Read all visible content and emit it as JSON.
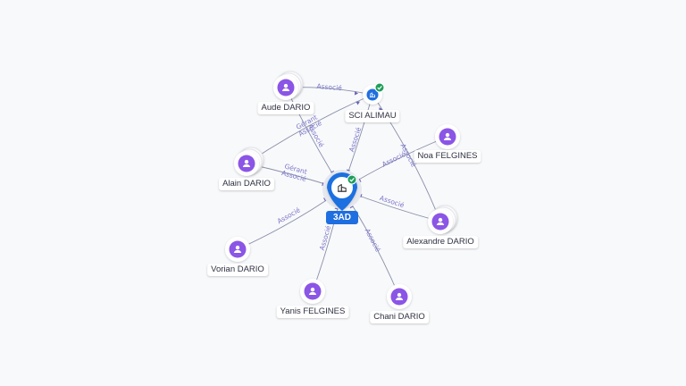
{
  "colors": {
    "person": "#8b55e6",
    "company": "#1f6fe0",
    "check": "#1e9e5a",
    "edge": "#8a8fa8",
    "edge_label": "#7a74c8"
  },
  "nodes": [
    {
      "id": "3ad",
      "label": "3AD",
      "kind": "company-center",
      "icon": "building-icon",
      "verified": true
    },
    {
      "id": "sci",
      "label": "SCI ALIMAU",
      "kind": "company",
      "icon": "building-icon",
      "verified": true
    },
    {
      "id": "aude",
      "label": "Aude DARIO",
      "kind": "person",
      "icon": "person-icon",
      "stacked": true
    },
    {
      "id": "alain",
      "label": "Alain DARIO",
      "kind": "person",
      "icon": "person-icon",
      "stacked": true
    },
    {
      "id": "noa",
      "label": "Noa FELGINES",
      "kind": "person",
      "icon": "person-icon"
    },
    {
      "id": "alex",
      "label": "Alexandre DARIO",
      "kind": "person",
      "icon": "person-icon",
      "stacked": true
    },
    {
      "id": "vorian",
      "label": "Vorian DARIO",
      "kind": "person",
      "icon": "person-icon"
    },
    {
      "id": "yanis",
      "label": "Yanis FELGINES",
      "kind": "person",
      "icon": "person-icon"
    },
    {
      "id": "chani",
      "label": "Chani DARIO",
      "kind": "person",
      "icon": "person-icon"
    }
  ],
  "edges": [
    {
      "from": "aude",
      "to": "sci",
      "labels": [
        "Associé"
      ]
    },
    {
      "from": "aude",
      "to": "3ad",
      "labels": [
        "Associé"
      ]
    },
    {
      "from": "alain",
      "to": "sci",
      "labels": [
        "Gérant",
        "Associé"
      ]
    },
    {
      "from": "alain",
      "to": "3ad",
      "labels": [
        "Gérant",
        "Associé"
      ]
    },
    {
      "from": "sci",
      "to": "3ad",
      "labels": [
        "Associé"
      ]
    },
    {
      "from": "noa",
      "to": "3ad",
      "labels": [
        "Associé"
      ]
    },
    {
      "from": "alex",
      "to": "3ad",
      "labels": [
        "Associé"
      ]
    },
    {
      "from": "alex",
      "to": "sci",
      "labels": [
        "Associé"
      ]
    },
    {
      "from": "vorian",
      "to": "3ad",
      "labels": [
        "Associé"
      ]
    },
    {
      "from": "yanis",
      "to": "3ad",
      "labels": [
        "Associé"
      ]
    },
    {
      "from": "chani",
      "to": "3ad",
      "labels": [
        "Associé"
      ]
    }
  ]
}
